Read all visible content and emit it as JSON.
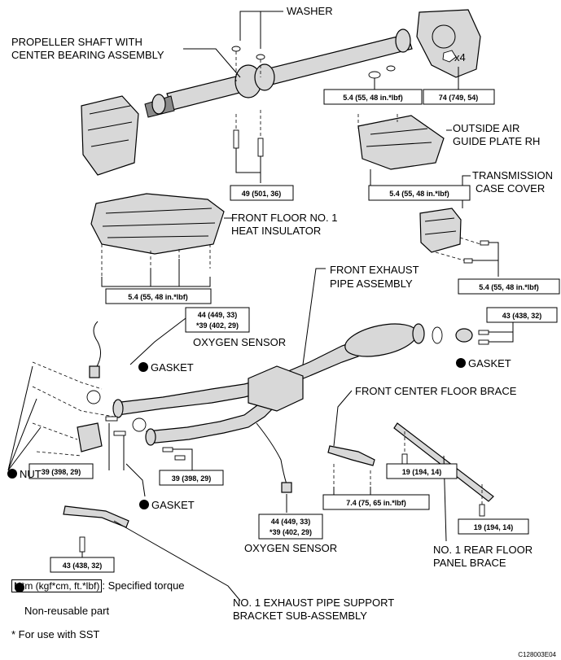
{
  "labels": {
    "washer": "WASHER",
    "propeller_1": "PROPELLER SHAFT WITH",
    "propeller_2": "CENTER BEARING ASSEMBLY",
    "x4": "x4",
    "outside_air_1": "OUTSIDE AIR",
    "outside_air_2": "GUIDE PLATE RH",
    "trans_case_1": "TRANSMISSION",
    "trans_case_2": "CASE COVER",
    "front_floor_1": "FRONT FLOOR NO. 1",
    "front_floor_2": "HEAT INSULATOR",
    "front_exhaust_1": "FRONT EXHAUST",
    "front_exhaust_2": "PIPE ASSEMBLY",
    "oxygen_sensor_top": "OXYGEN SENSOR",
    "gasket_left": "GASKET",
    "gasket_right": "GASKET",
    "gasket_bottom": "GASKET",
    "nut": "NUT",
    "front_center_brace": "FRONT CENTER FLOOR BRACE",
    "oxygen_sensor_bottom": "OXYGEN SENSOR",
    "rear_brace_1": "NO. 1 REAR  FLOOR",
    "rear_brace_2": "PANEL BRACE",
    "support_bracket_1": "NO. 1 EXHAUST PIPE SUPPORT",
    "support_bracket_2": "BRACKET SUB-ASSEMBLY"
  },
  "torques": {
    "t74": "74 (749, 54)",
    "t54_a": "5.4 (55, 48 in.*lbf)",
    "t49": "49 (501, 36)",
    "t54_b": "5.4 (55, 48 in.*lbf)",
    "t54_c": "5.4 (55, 48 in.*lbf)",
    "t54_d": "5.4 (55, 48 in.*lbf)",
    "t44_top_1": "44 (449, 33)",
    "t44_top_2": "*39 (402, 29)",
    "t43_right": "43 (438, 32)",
    "t39_left": "39 (398, 29)",
    "t39_mid": "39 (398, 29)",
    "t19_a": "19 (194, 14)",
    "t19_b": "19 (194, 14)",
    "t74_brace": "7.4 (75, 65 in.*lbf)",
    "t44_bot_1": "44 (449, 33)",
    "t44_bot_2": "*39 (402, 29)",
    "t43_bottom": "43 (438, 32)"
  },
  "legend": {
    "torque_box": "N*m (kgf*cm, ft.*lbf)",
    "torque_text": ": Specified torque",
    "nonreusable": "Non-reusable part",
    "sst": "* For use with SST"
  },
  "figure_code": "C128003E04"
}
